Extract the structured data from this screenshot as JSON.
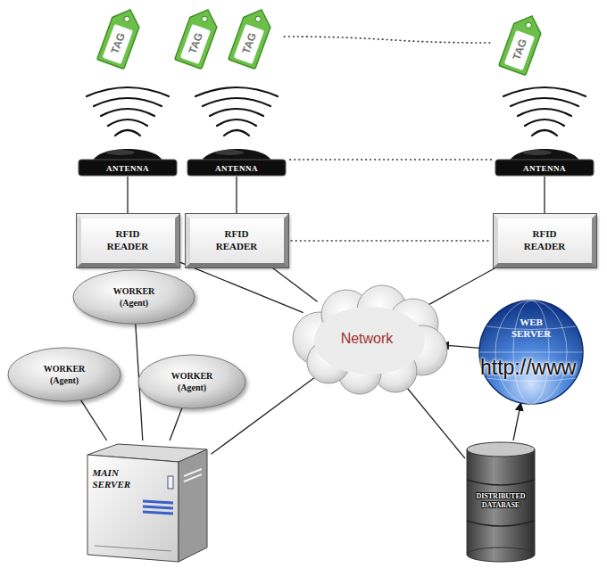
{
  "diagram": {
    "nodes": [
      {
        "text": [
          "TAG"
        ]
      },
      {
        "text": [
          "TAG"
        ]
      },
      {
        "text": [
          "TAG"
        ]
      },
      {
        "text": [
          "TAG"
        ]
      },
      {
        "text": [
          "ANTENNA"
        ]
      },
      {
        "text": [
          "ANTENNA"
        ]
      },
      {
        "text": [
          "ANTENNA"
        ]
      },
      {
        "text": [
          "RFID READER"
        ]
      },
      {
        "text": [
          "RFID READER"
        ]
      },
      {
        "text": [
          "RFID READER"
        ]
      },
      {
        "text": [
          "WORKER (Agent)"
        ]
      },
      {
        "text": [
          "WORKER (Agent)"
        ]
      },
      {
        "text": [
          "WORKER (Agent)"
        ]
      },
      {
        "text": [
          "Network"
        ]
      },
      {
        "text": [
          "WEB SERVER",
          "http://www"
        ]
      },
      {
        "text": [
          "MAIN SERVER"
        ]
      },
      {
        "text": [
          "DISTRIBUTED DATABASE"
        ]
      }
    ],
    "edges": [
      {
        "from": 2,
        "to": 3,
        "arrow": "none"
      },
      {
        "from": 5,
        "to": 6,
        "arrow": "none"
      },
      {
        "from": 8,
        "to": 9,
        "arrow": "none"
      },
      {
        "from": 4,
        "to": 7,
        "arrow": "none"
      },
      {
        "from": 5,
        "to": 8,
        "arrow": "none"
      },
      {
        "from": 6,
        "to": 9,
        "arrow": "none"
      },
      {
        "from": 7,
        "to": 13,
        "arrow": "none"
      },
      {
        "from": 8,
        "to": 13,
        "arrow": "none"
      },
      {
        "from": 9,
        "to": 13,
        "arrow": "none"
      },
      {
        "from": 10,
        "to": 15,
        "arrow": "none"
      },
      {
        "from": 11,
        "to": 15,
        "arrow": "none"
      },
      {
        "from": 12,
        "to": 15,
        "arrow": "none"
      },
      {
        "from": 15,
        "to": 13,
        "arrow": "none"
      },
      {
        "from": 14,
        "to": 13,
        "arrow": "to"
      },
      {
        "from": 13,
        "to": 16,
        "arrow": "none"
      },
      {
        "from": 16,
        "to": 14,
        "arrow": "to"
      }
    ]
  }
}
